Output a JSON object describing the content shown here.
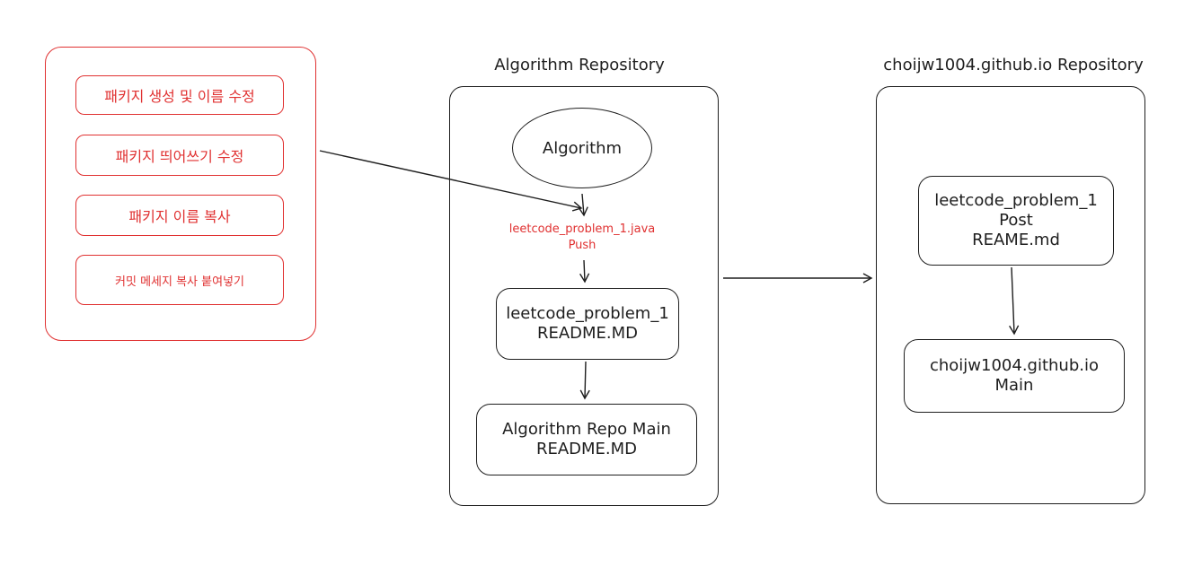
{
  "colors": {
    "accent": "#e03131",
    "stroke": "#1e1e1e",
    "background": "#ffffff"
  },
  "left_group": {
    "items": [
      {
        "label": "패키지 생성 및 이름 수정"
      },
      {
        "label": "패키지 띄어쓰기 수정"
      },
      {
        "label": "패키지 이름 복사"
      },
      {
        "label": "커밋 메세지 복사 붙여넣기"
      }
    ]
  },
  "algorithm_repo": {
    "title": "Algorithm Repository",
    "start_node": "Algorithm",
    "push_label": {
      "line1": "leetcode_problem_1.java",
      "line2": "Push"
    },
    "readme_node": {
      "line1": "leetcode_problem_1",
      "line2": "README.MD"
    },
    "main_node": {
      "line1": "Algorithm Repo Main",
      "line2": "README.MD"
    }
  },
  "blog_repo": {
    "title": "choijw1004.github.io Repository",
    "post_node": {
      "line1": "leetcode_problem_1",
      "line2": "Post",
      "line3": "REAME.md"
    },
    "main_node": {
      "line1": "choijw1004.github.io",
      "line2": "Main"
    }
  }
}
